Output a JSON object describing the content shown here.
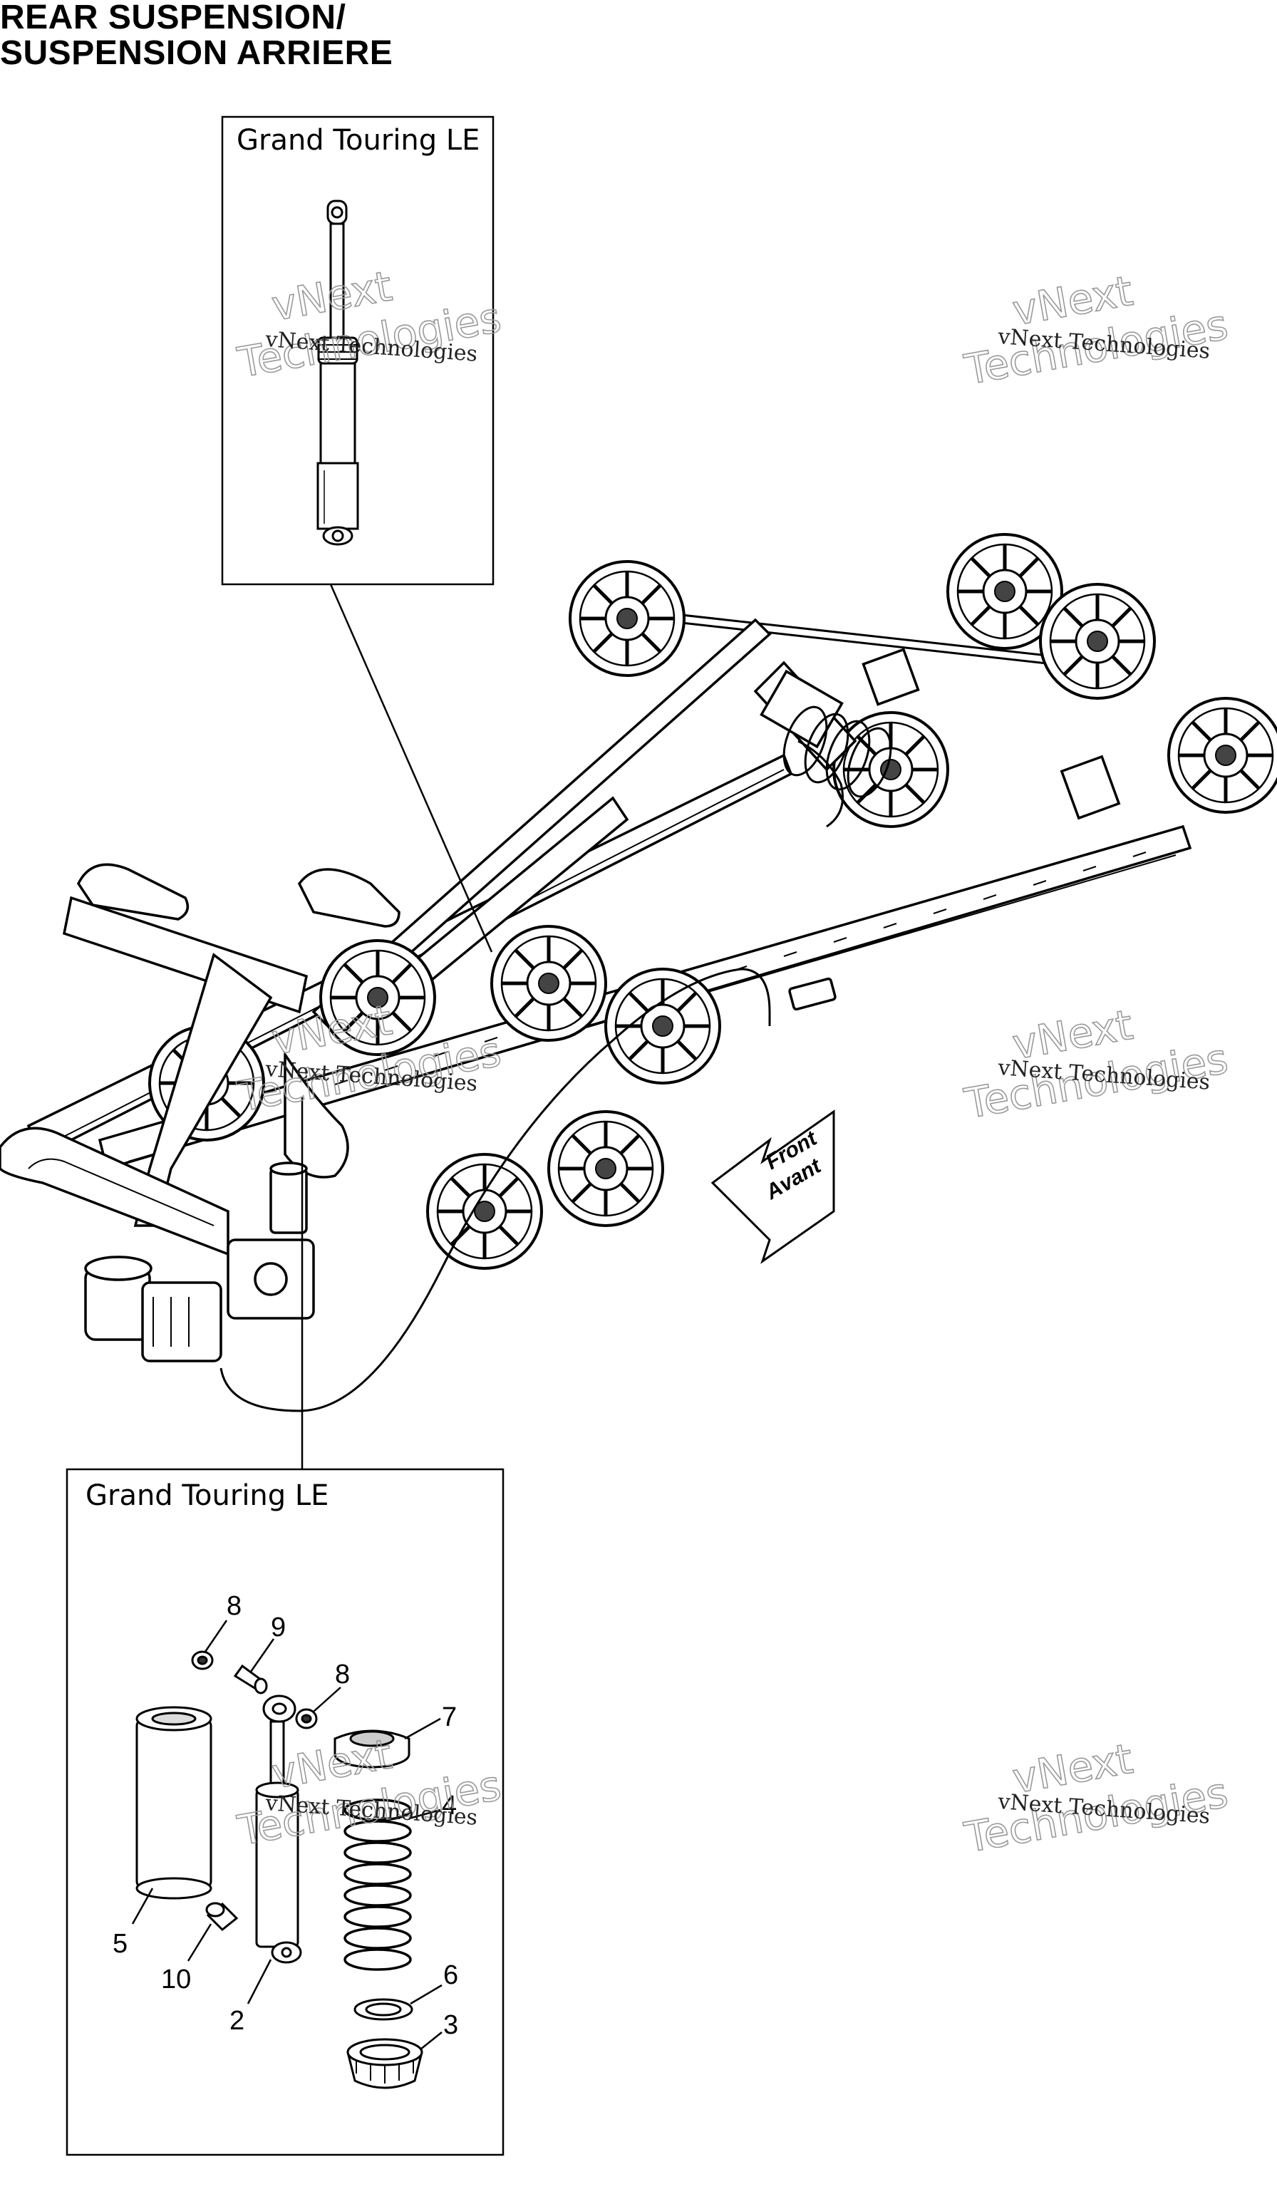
{
  "title": {
    "line1": "REAR SUSPENSION/",
    "line2": "SUSPENSION ARRIERE"
  },
  "insets": {
    "top_label": "Grand Touring LE",
    "bottom_label": "Grand Touring LE"
  },
  "direction_arrow": {
    "line1": "Front",
    "line2": "Avant"
  },
  "watermark": {
    "brand_top": "vNext",
    "brand_bottom": "Technologies",
    "caption": "vNext Technologies"
  },
  "callouts": [
    {
      "label": "8"
    },
    {
      "label": "9"
    },
    {
      "label": "8"
    },
    {
      "label": "7"
    },
    {
      "label": "4"
    },
    {
      "label": "5"
    },
    {
      "label": "10"
    },
    {
      "label": "2"
    },
    {
      "label": "6"
    },
    {
      "label": "3"
    }
  ]
}
